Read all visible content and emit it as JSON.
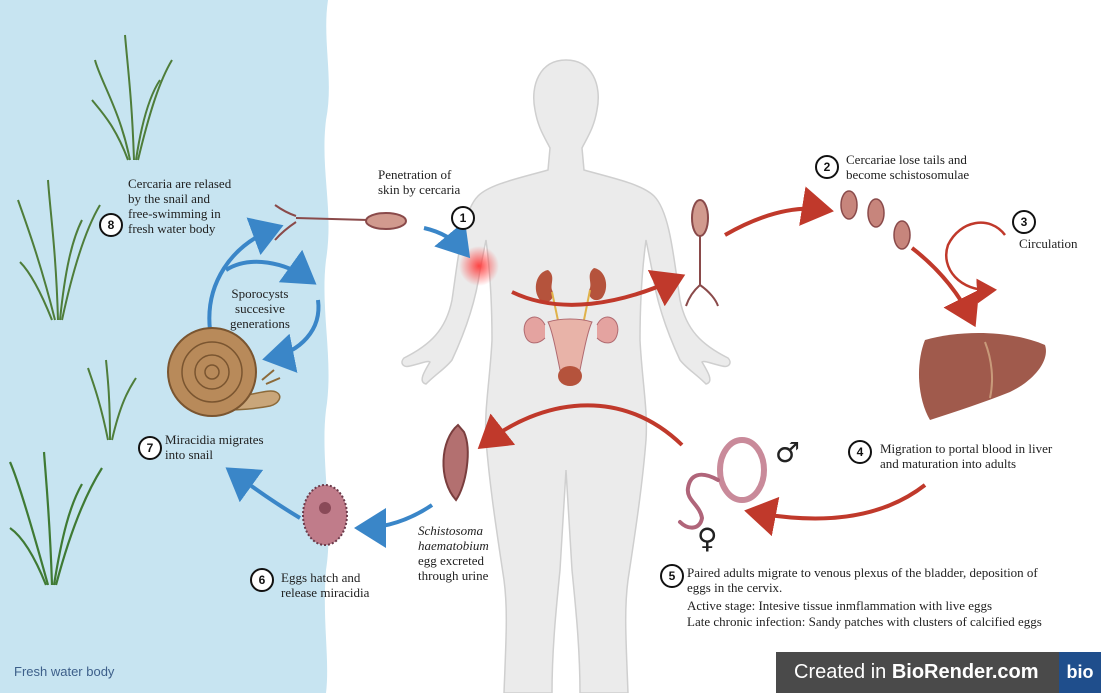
{
  "steps": {
    "s1": {
      "num": "1",
      "text": "Penetration of\nskin by cercaria"
    },
    "s2": {
      "num": "2",
      "text": "Cercariae lose tails and\nbecome schistosomulae"
    },
    "s3": {
      "num": "3",
      "text": "Circulation"
    },
    "s4": {
      "num": "4",
      "text": "Migration to portal blood  in liver\nand maturation into adults"
    },
    "s5": {
      "num": "5",
      "line1": "Paired adults migrate to venous plexus of the bladder, deposition of\neggs in the cervix.",
      "line2": "Active stage: Intesive tissue inmflammation with live eggs",
      "line3": "Late chronic infection: Sandy patches with clusters of calcified eggs"
    },
    "s6": {
      "num": "6",
      "text": "Eggs hatch and\nrelease miracidia"
    },
    "s7": {
      "num": "7",
      "text": "Miracidia migrates\ninto snail"
    },
    "s8": {
      "num": "8",
      "text": "Cercaria are relased\nby the snail and\nfree-swimming in\nfresh water body"
    }
  },
  "sporocysts": "Sporocysts\nsuccesive\ngenerations",
  "egg_label": {
    "species": "Schistosoma\nhaematobium",
    "rest": "egg excreted\nthrough urine"
  },
  "male_symbol": "♂",
  "female_symbol": "♀",
  "water_label": "Fresh water body",
  "badge": {
    "prefix": "Created in ",
    "brand": "BioRender.com",
    "logo": "bio"
  },
  "colors": {
    "water": "#c7e4f1",
    "blue_arrow": "#3a86c8",
    "red_arrow": "#c0392b",
    "body": "#ebebeb",
    "liver": "#a05a4c",
    "snail": "#c9a67a",
    "worm": "#c98a9a"
  }
}
